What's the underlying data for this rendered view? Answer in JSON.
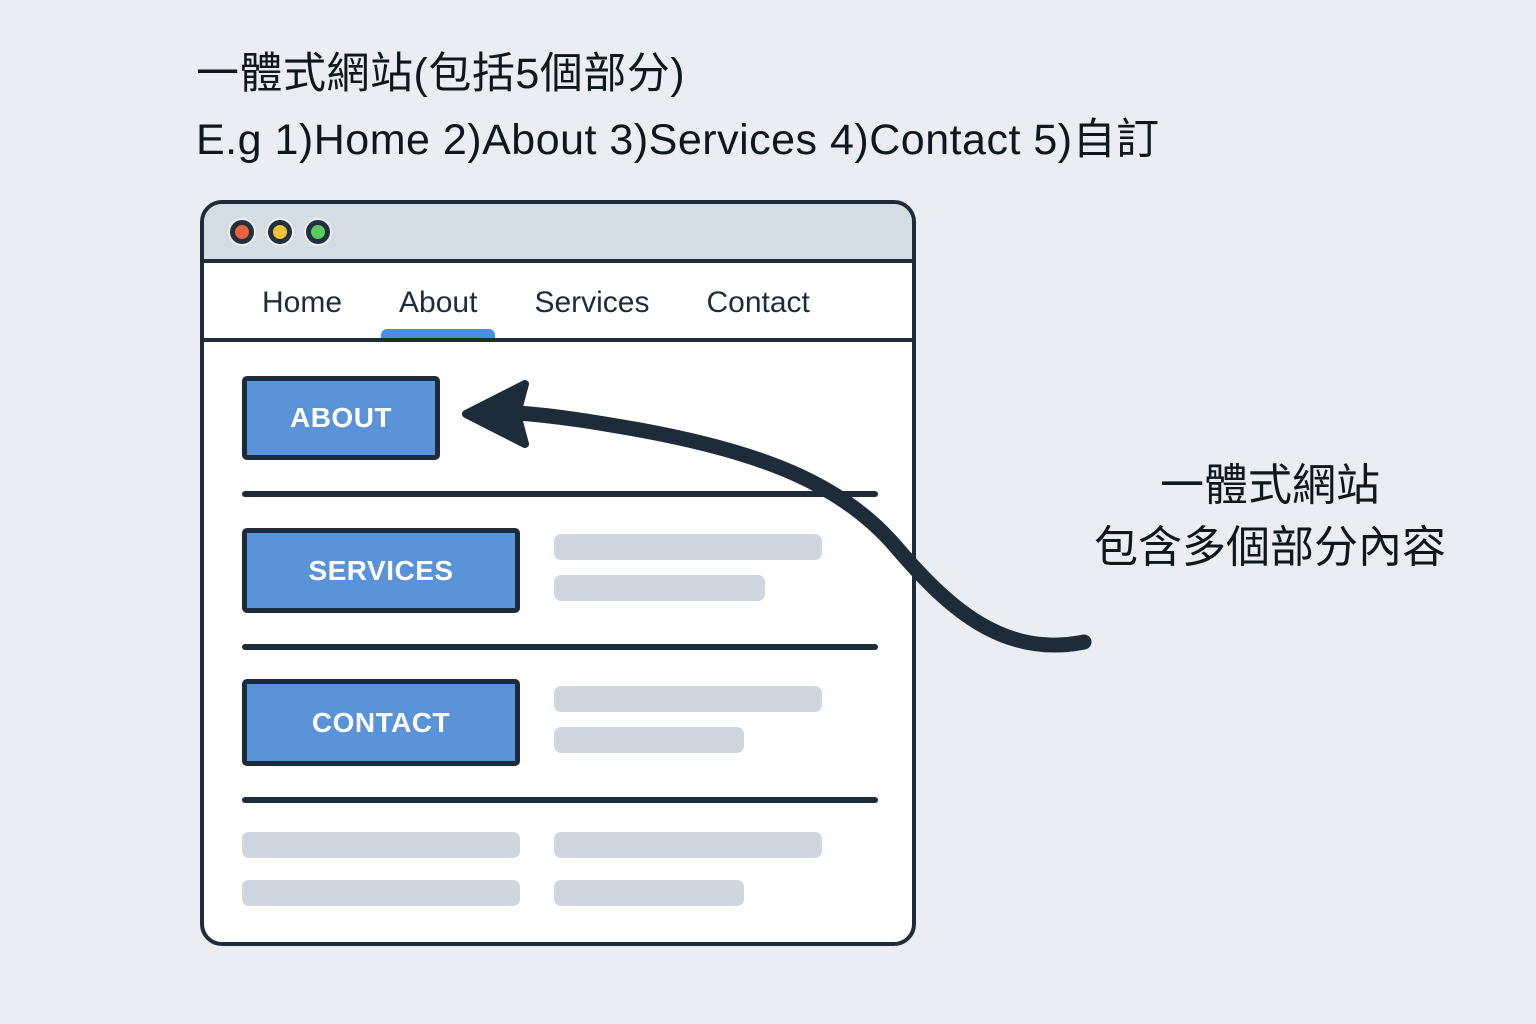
{
  "heading": {
    "line1": "一體式網站(包括5個部分)",
    "line2": "E.g 1)Home 2)About 3)Services 4)Contact 5)自訂"
  },
  "browser_window": {
    "traffic_lights": [
      {
        "name": "close",
        "color": "#e8633d"
      },
      {
        "name": "minimize",
        "color": "#efc233"
      },
      {
        "name": "zoom",
        "color": "#5bcb5f"
      }
    ],
    "nav": {
      "items": [
        "Home",
        "About",
        "Services",
        "Contact"
      ],
      "active": "About"
    },
    "sections": [
      {
        "button_label": "ABOUT"
      },
      {
        "button_label": "SERVICES"
      },
      {
        "button_label": "CONTACT"
      }
    ]
  },
  "annotation": {
    "line1": "一體式網站",
    "line2": "包含多個部分內容"
  },
  "colors": {
    "background": "#eaedf2",
    "outline_dark": "#1d2b3a",
    "titlebar": "#d4dce4",
    "button_blue": "#5a93d8",
    "active_tab_underline": "#4a8fe0",
    "placeholder_gray": "#cfd6de",
    "button_text": "#ffffff"
  }
}
